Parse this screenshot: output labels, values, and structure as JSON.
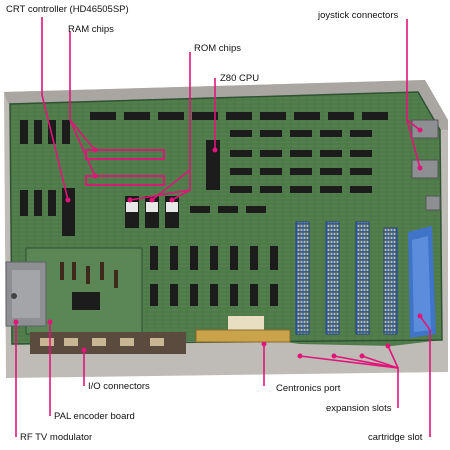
{
  "labels": {
    "crt_controller": "CRT controller (HD46505SP)",
    "ram_chips": "RAM chips",
    "rom_chips": "ROM chips",
    "z80_cpu": "Z80 CPU",
    "joystick_connectors": "joystick connectors",
    "io_connectors": "I/O connectors",
    "pal_encoder_board": "PAL encoder board",
    "rf_tv_modulator": "RF TV modulator",
    "centronics_port": "Centronics port",
    "expansion_slots": "expansion slots",
    "cartridge_slot": "cartridge slot"
  },
  "colors": {
    "leader_line": "#e0157a",
    "pcb_green": "#4f7b4a",
    "pcb_dark": "#2f5233",
    "case_grey": "#bfbcb8",
    "slot_blue": "#3f74c8",
    "chip_black": "#1c1c1c",
    "chip_label_white": "#e8e8e8",
    "metal_grey": "#8d8f93"
  }
}
